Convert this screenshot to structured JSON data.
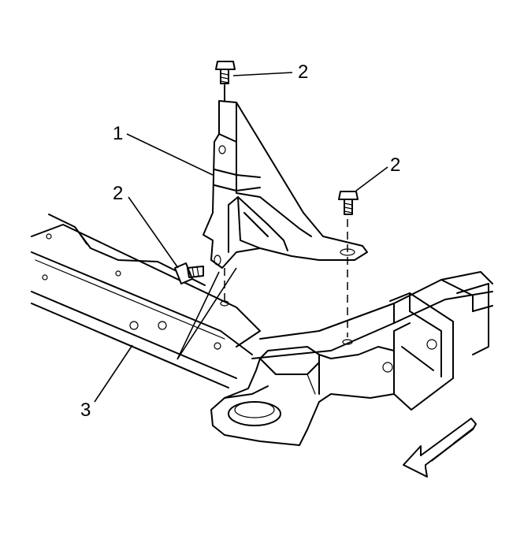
{
  "callouts": {
    "bracket": "1",
    "bolt_top": "2",
    "bolt_right": "2",
    "bolt_left": "2",
    "frame": "3"
  },
  "colors": {
    "ink": "#000000",
    "paper": "#ffffff"
  },
  "icons": {
    "direction": "arrow-icon"
  }
}
